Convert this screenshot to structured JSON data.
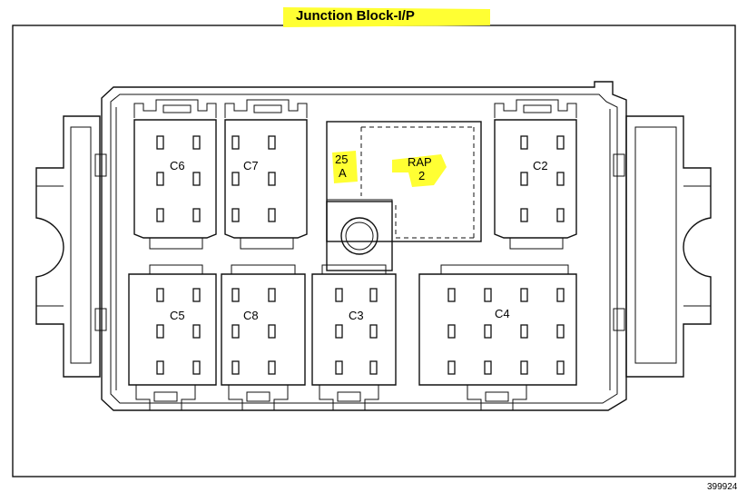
{
  "title": "Junction Block-I/P",
  "figure_number": "399924",
  "highlight_color": "#ffff33",
  "connectors": [
    {
      "id": "C6",
      "label": "C6"
    },
    {
      "id": "C7",
      "label": "C7"
    },
    {
      "id": "C2",
      "label": "C2"
    },
    {
      "id": "C5",
      "label": "C5"
    },
    {
      "id": "C8",
      "label": "C8"
    },
    {
      "id": "C3",
      "label": "C3"
    },
    {
      "id": "C4",
      "label": "C4"
    }
  ],
  "fuse": {
    "line1": "25",
    "line2": "A"
  },
  "relay": {
    "line1": "RAP",
    "line2": "2"
  }
}
